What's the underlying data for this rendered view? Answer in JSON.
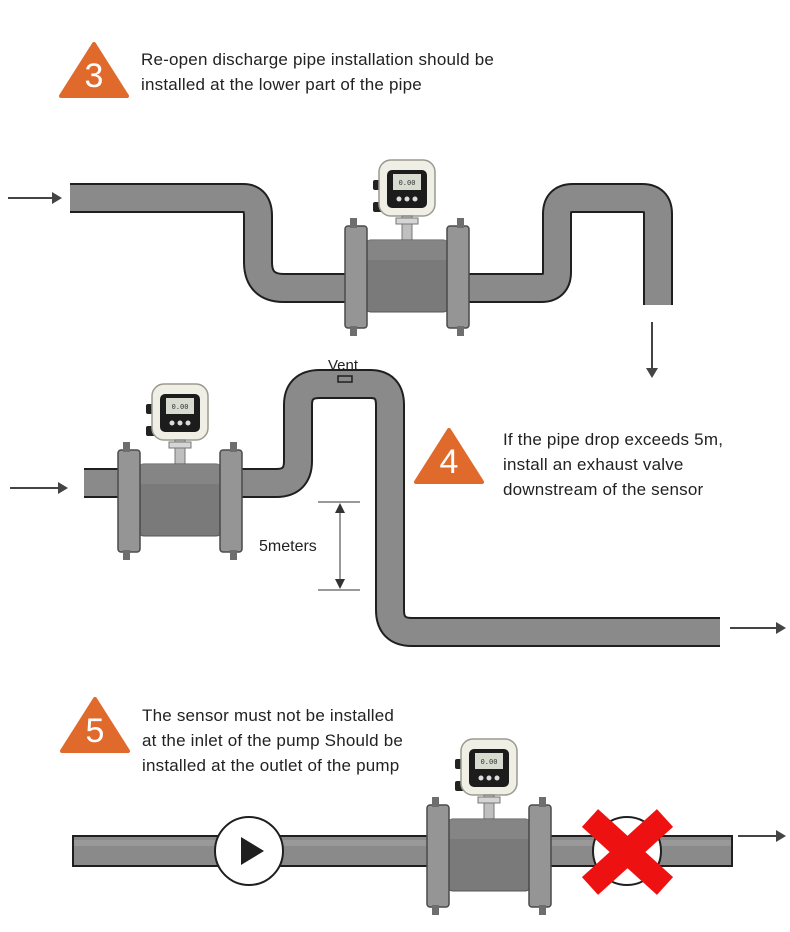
{
  "steps": [
    {
      "number": "3",
      "text_lines": [
        "Re-open discharge pipe installation should be",
        "installed at the lower part of the pipe"
      ]
    },
    {
      "number": "4",
      "text_lines": [
        "If the pipe drop exceeds 5m,",
        "install an exhaust valve",
        "downstream of the sensor"
      ]
    },
    {
      "number": "5",
      "text_lines": [
        "The sensor must not be installed",
        "at the inlet of the pump Should be",
        "installed at the outlet of the pump"
      ]
    }
  ],
  "labels": {
    "vent": "Vent",
    "distance": "5meters"
  },
  "colors": {
    "badge": "#e06a2c",
    "pipe": "#8a8a8a",
    "pipe_edge": "#1f1f1f",
    "cross": "#ee1111",
    "arrow": "#444444"
  },
  "icons": [
    "flow-arrow-icon",
    "pump-play-icon",
    "red-cross-icon",
    "flowmeter-icon"
  ],
  "display_reading": "0.00"
}
